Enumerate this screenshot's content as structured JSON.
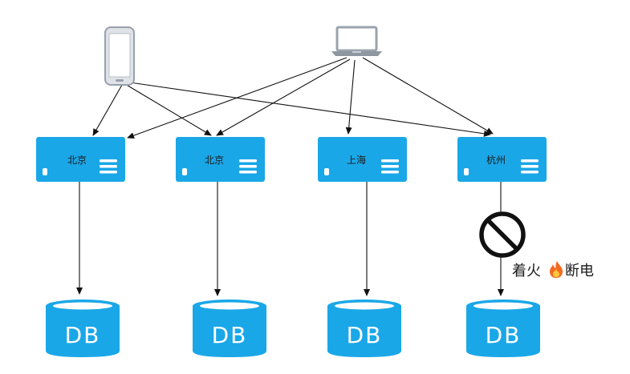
{
  "servers": [
    {
      "label": "北京"
    },
    {
      "label": "北京"
    },
    {
      "label": "上海"
    },
    {
      "label": "杭州"
    }
  ],
  "databases": [
    {
      "label": "DB"
    },
    {
      "label": "DB"
    },
    {
      "label": "DB"
    },
    {
      "label": "DB"
    }
  ],
  "annotation": {
    "text_before": "着火",
    "text_after": "断电"
  },
  "colors": {
    "server": "#1aa7e8",
    "database": "#1aa7e8",
    "device": "#9aa3ad",
    "arrow": "#111111",
    "prohibit": "#111111"
  },
  "icons": {
    "phone": "smartphone-icon",
    "laptop": "laptop-icon",
    "fire": "fire-icon",
    "prohibit": "no-entry-icon"
  }
}
